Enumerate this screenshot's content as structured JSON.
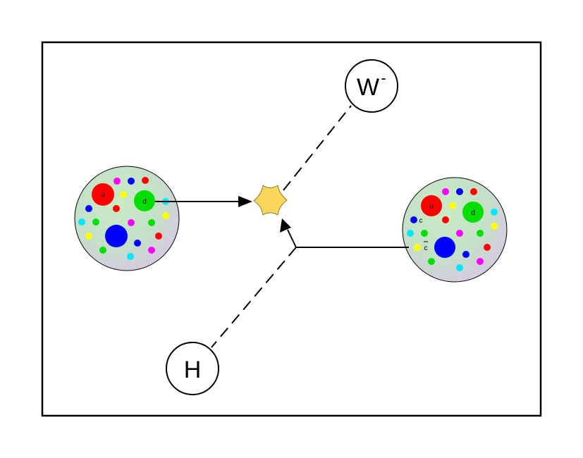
{
  "labels": {
    "w_boson": "W",
    "w_charge": "-",
    "higgs": "H",
    "left_u": "u",
    "left_d": "d",
    "right_u": "u",
    "right_d": "d",
    "right_c": "c",
    "right_cbar": "c"
  },
  "colors": {
    "proton_fill": "#c8e6c4",
    "vertex_fill": "#fcd65a",
    "red": "#ff0000",
    "green": "#00e000",
    "blue": "#0000ff",
    "magenta": "#ff00ff",
    "yellow": "#ffff00",
    "cyan": "#00e8ff"
  }
}
